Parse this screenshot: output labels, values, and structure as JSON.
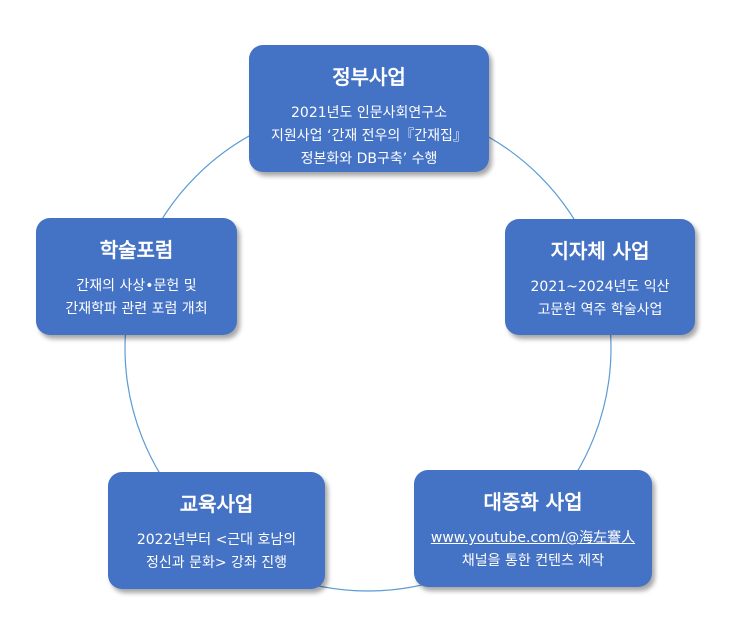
{
  "nodes": {
    "government": {
      "title": "정부사업",
      "lines": [
        "2021년도 인문사회연구소",
        "지원사업 ‘간재 전우의『간재집』",
        "정본화와 DB구축’ 수행"
      ]
    },
    "local": {
      "title": "지자체 사업",
      "lines": [
        "2021~2024년도 익산",
        "고문헌 역주 학술사업"
      ]
    },
    "popular": {
      "title": "대중화 사업",
      "link": "www.youtube.com/@海左謇人",
      "lines": [
        "채널을 통한 컨텐츠 제작"
      ]
    },
    "education": {
      "title": "교육사업",
      "lines": [
        "2022년부터 <근대 호남의",
        "정신과 문화> 강좌 진행"
      ]
    },
    "forum": {
      "title": "학술포럼",
      "lines": [
        "간재의 사상•문헌 및",
        "간재학파 관련 포럼 개최"
      ]
    }
  },
  "colors": {
    "box": "#4472c4",
    "ring": "#5b9bd5",
    "text": "#ffffff"
  }
}
